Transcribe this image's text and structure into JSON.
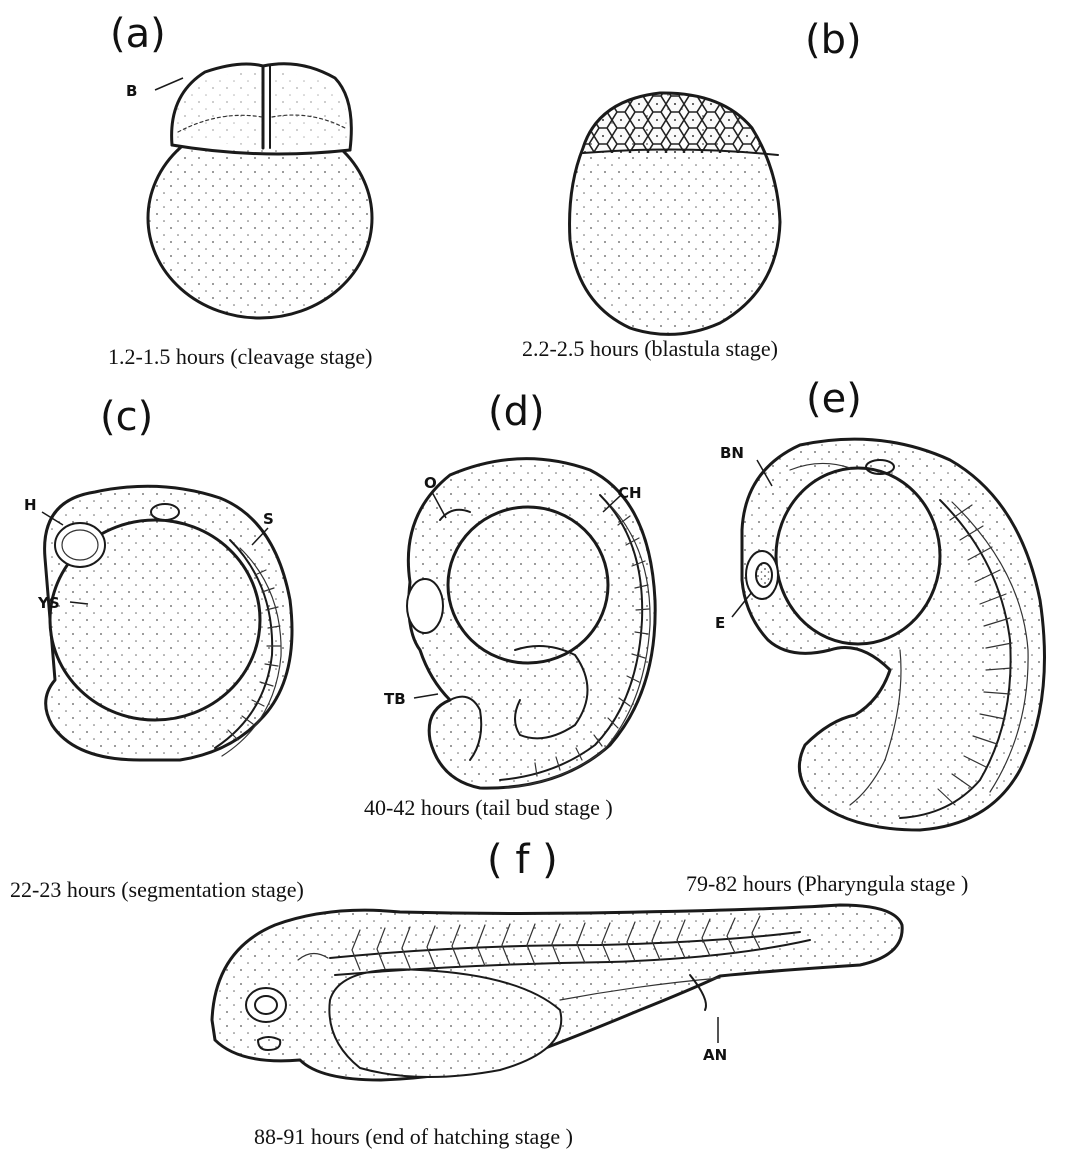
{
  "panels": {
    "a": {
      "letter": "(a)",
      "caption": "1.2-1.5 hours  (cleavage stage)",
      "labels": {
        "B": "B"
      }
    },
    "b": {
      "letter": "(b)",
      "caption": "2.2-2.5 hours (blastula stage)"
    },
    "c": {
      "letter": "(c)",
      "caption": "22-23 hours (segmentation stage)",
      "labels": {
        "H": "H",
        "S": "S",
        "YS": "YS"
      }
    },
    "d": {
      "letter": "(d)",
      "caption": "40-42 hours (tail bud stage )",
      "labels": {
        "O": "O",
        "CH": "CH",
        "TB": "TB"
      }
    },
    "e": {
      "letter": "(e)",
      "caption": "79-82 hours (Pharyngula stage )",
      "labels": {
        "BN": "BN",
        "E": "E"
      }
    },
    "f": {
      "letter": "( f )",
      "caption": "88-91 hours (end of hatching stage )",
      "labels": {
        "AN": "AN"
      }
    }
  }
}
